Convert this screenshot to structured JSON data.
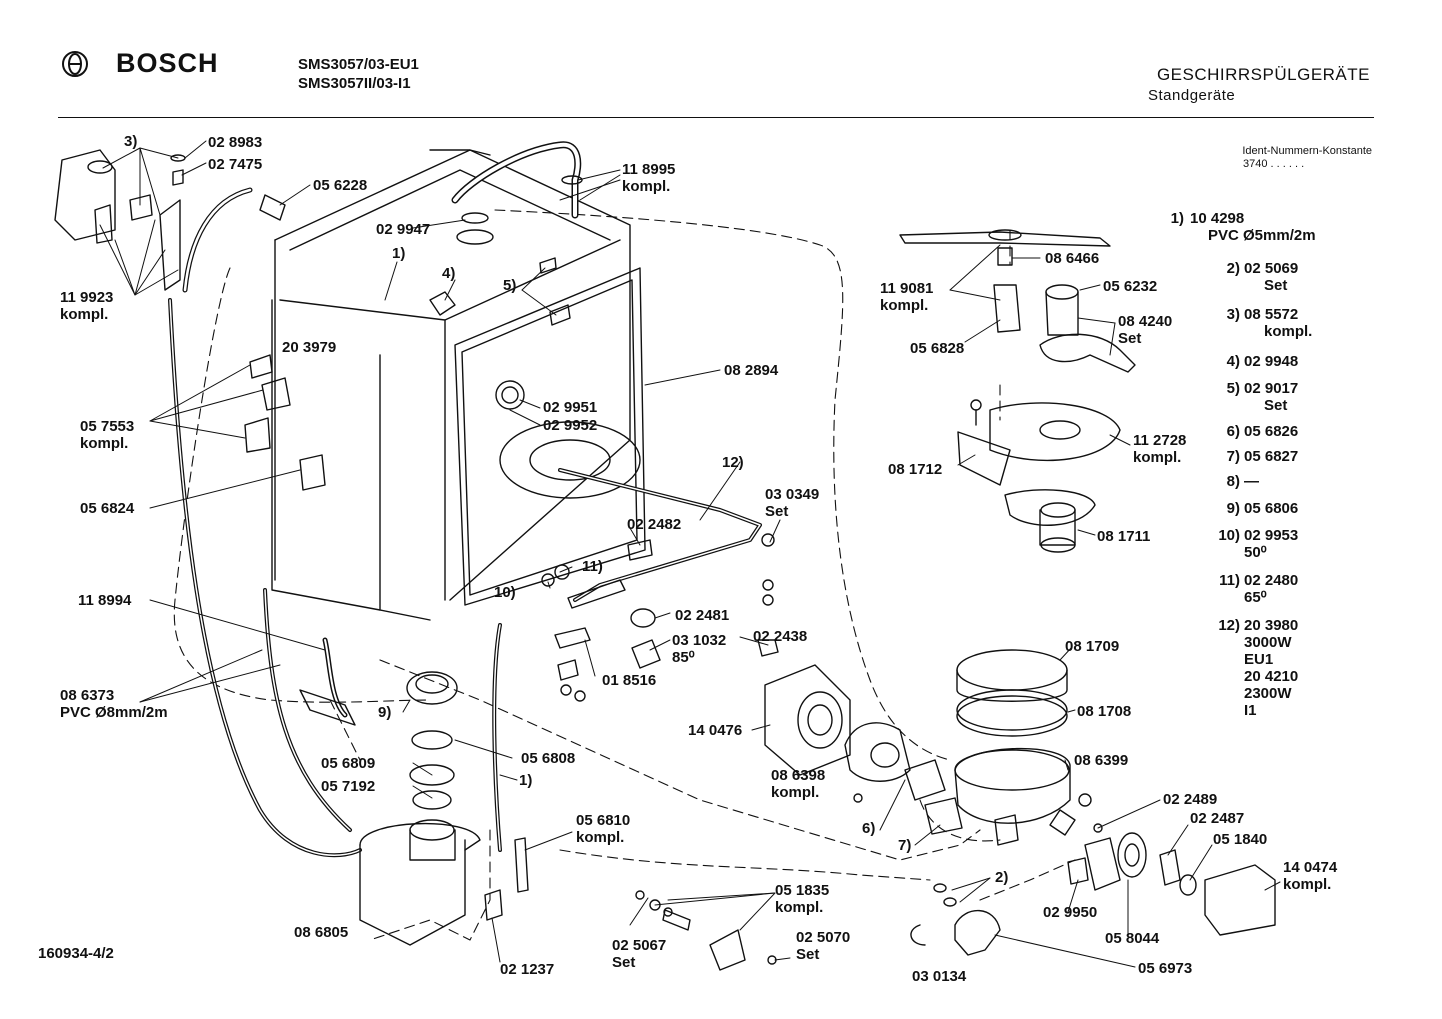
{
  "header": {
    "brand": "BOSCH",
    "models": [
      "SMS3057/03-EU1",
      "SMS3057II/03-I1"
    ],
    "title": "GESCHIRRSPÜLGERÄTE",
    "subtitle": "Standgeräte",
    "ident_label": "Ident-Nummern-Konstante",
    "ident_value": "3740  . .   . . . .",
    "doc_number": "160934-4/2"
  },
  "legend": [
    {
      "num": "1)",
      "lines": [
        "10 4298",
        "PVC Ø5mm/2m"
      ]
    },
    {
      "num": "2)",
      "lines": [
        "02 5069",
        "Set"
      ]
    },
    {
      "num": "3)",
      "lines": [
        "08 5572",
        "kompl."
      ]
    },
    {
      "num": "4)",
      "lines": [
        "02 9948"
      ]
    },
    {
      "num": "5)",
      "lines": [
        "02 9017",
        "Set"
      ]
    },
    {
      "num": "6)",
      "lines": [
        "05 6826"
      ]
    },
    {
      "num": "7)",
      "lines": [
        "05 6827"
      ]
    },
    {
      "num": "8)",
      "lines": [
        "—"
      ]
    },
    {
      "num": "9)",
      "lines": [
        "05 6806"
      ]
    },
    {
      "num": "10)",
      "lines": [
        "02 9953",
        "50⁰"
      ]
    },
    {
      "num": "11)",
      "lines": [
        "02 2480",
        "65⁰"
      ]
    },
    {
      "num": "12)",
      "lines": [
        "20 3980",
        "3000W",
        "EU1",
        "20 4210",
        "2300W",
        "I1"
      ]
    }
  ],
  "labels": [
    {
      "id": "3",
      "lines": [
        "3)"
      ]
    },
    {
      "id": "028983",
      "lines": [
        "02 8983"
      ]
    },
    {
      "id": "027475",
      "lines": [
        "02 7475"
      ]
    },
    {
      "id": "056228",
      "lines": [
        "05 6228"
      ]
    },
    {
      "id": "118995",
      "lines": [
        "11 8995",
        "kompl."
      ]
    },
    {
      "id": "029947",
      "lines": [
        "02 9947"
      ]
    },
    {
      "id": "119923",
      "lines": [
        "11 9923",
        "kompl."
      ]
    },
    {
      "id": "1a",
      "lines": [
        "1)"
      ]
    },
    {
      "id": "4",
      "lines": [
        "4)"
      ]
    },
    {
      "id": "5",
      "lines": [
        "5)"
      ]
    },
    {
      "id": "203979",
      "lines": [
        "20 3979"
      ]
    },
    {
      "id": "082894",
      "lines": [
        "08 2894"
      ]
    },
    {
      "id": "057553",
      "lines": [
        "05 7553",
        "kompl."
      ]
    },
    {
      "id": "029951",
      "lines": [
        "02 9951"
      ]
    },
    {
      "id": "029952",
      "lines": [
        "02 9952"
      ]
    },
    {
      "id": "12",
      "lines": [
        "12)"
      ]
    },
    {
      "id": "056824",
      "lines": [
        "05 6824"
      ]
    },
    {
      "id": "030349",
      "lines": [
        "03 0349",
        "Set"
      ]
    },
    {
      "id": "022482",
      "lines": [
        "02 2482"
      ]
    },
    {
      "id": "11",
      "lines": [
        "11)"
      ]
    },
    {
      "id": "10",
      "lines": [
        "10)"
      ]
    },
    {
      "id": "118994",
      "lines": [
        "11 8994"
      ]
    },
    {
      "id": "022481",
      "lines": [
        "02 2481"
      ]
    },
    {
      "id": "022438",
      "lines": [
        "02 2438"
      ]
    },
    {
      "id": "031032",
      "lines": [
        "03 1032",
        "85⁰"
      ]
    },
    {
      "id": "018516",
      "lines": [
        "01 8516"
      ]
    },
    {
      "id": "086373",
      "lines": [
        "08 6373",
        "PVC Ø8mm/2m"
      ]
    },
    {
      "id": "9",
      "lines": [
        "9)"
      ]
    },
    {
      "id": "140476",
      "lines": [
        "14 0476"
      ]
    },
    {
      "id": "056809",
      "lines": [
        "05 6809"
      ]
    },
    {
      "id": "056808",
      "lines": [
        "05 6808"
      ]
    },
    {
      "id": "057192",
      "lines": [
        "05 7192"
      ]
    },
    {
      "id": "1b",
      "lines": [
        "1)"
      ]
    },
    {
      "id": "086398",
      "lines": [
        "08 6398",
        "kompl."
      ]
    },
    {
      "id": "6",
      "lines": [
        "6)"
      ]
    },
    {
      "id": "7",
      "lines": [
        "7)"
      ]
    },
    {
      "id": "056810",
      "lines": [
        "05 6810",
        "kompl."
      ]
    },
    {
      "id": "051835",
      "lines": [
        "05 1835",
        "kompl."
      ]
    },
    {
      "id": "086805",
      "lines": [
        "08 6805"
      ]
    },
    {
      "id": "025067",
      "lines": [
        "02 5067",
        "Set"
      ]
    },
    {
      "id": "025070",
      "lines": [
        "02 5070",
        "Set"
      ]
    },
    {
      "id": "021237",
      "lines": [
        "02 1237"
      ]
    },
    {
      "id": "2",
      "lines": [
        "2)"
      ]
    },
    {
      "id": "030134",
      "lines": [
        "03 0134"
      ]
    },
    {
      "id": "056973",
      "lines": [
        "05 6973"
      ]
    },
    {
      "id": "029950",
      "lines": [
        "02 9950"
      ]
    },
    {
      "id": "058044",
      "lines": [
        "05 8044"
      ]
    },
    {
      "id": "022489",
      "lines": [
        "02 2489"
      ]
    },
    {
      "id": "022487",
      "lines": [
        "02 2487"
      ]
    },
    {
      "id": "051840",
      "lines": [
        "05 1840"
      ]
    },
    {
      "id": "140474",
      "lines": [
        "14 0474",
        "kompl."
      ]
    },
    {
      "id": "086399",
      "lines": [
        "08 6399"
      ]
    },
    {
      "id": "081709",
      "lines": [
        "08 1709"
      ]
    },
    {
      "id": "081708",
      "lines": [
        "08 1708"
      ]
    },
    {
      "id": "086466",
      "lines": [
        "08 6466"
      ]
    },
    {
      "id": "119081",
      "lines": [
        "11 9081",
        "kompl."
      ]
    },
    {
      "id": "056232",
      "lines": [
        "05 6232"
      ]
    },
    {
      "id": "084240",
      "lines": [
        "08 4240",
        "Set"
      ]
    },
    {
      "id": "056828",
      "lines": [
        "05 6828"
      ]
    },
    {
      "id": "112728",
      "lines": [
        "11 2728",
        "kompl."
      ]
    },
    {
      "id": "081712",
      "lines": [
        "08 1712"
      ]
    },
    {
      "id": "081711",
      "lines": [
        "08 1711"
      ]
    }
  ]
}
